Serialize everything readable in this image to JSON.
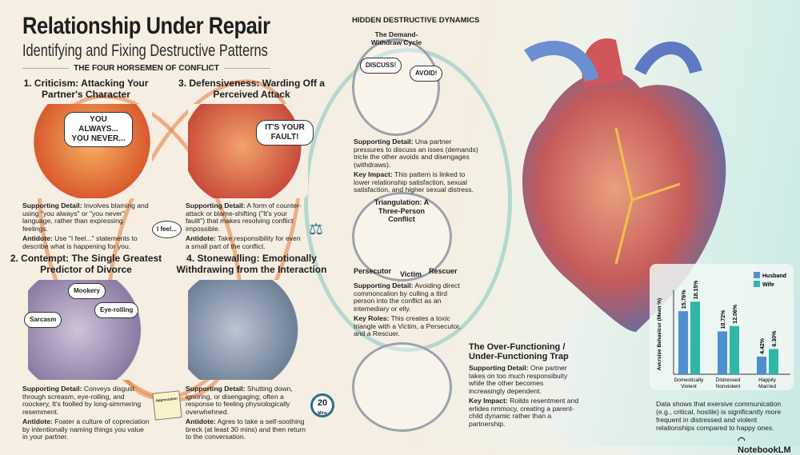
{
  "title": "Relationship Under Repair",
  "subtitle": "Identifying and Fixing Destructive Patterns",
  "four_horsemen": {
    "section_label": "THE FOUR HORSEMEN OF CONFLICT",
    "items": [
      {
        "heading": "1. Criticism: Attacking Your Partner's Character",
        "bubble": "YOU ALWAYS... YOU NEVER...",
        "side_bubble": "I feel...",
        "detail_label": "Supporting Detail:",
        "detail": "Involves blaming and using \"you always\" or \"you never\" language, rather than expressing feelings.",
        "antidote_label": "Antidote:",
        "antidote": "Use \"I feel...\" statements to describe what is happening for you."
      },
      {
        "heading": "3. Defensiveness: Warding Off a Perceived Attack",
        "bubble": "IT'S YOUR FAULT!",
        "detail_label": "Supporting Detail:",
        "detail": "A form of counter-attack or blame-shifting (\"It's your faulit\") that makes resolving conflict impossible.",
        "antidote_label": "Antidote:",
        "antidote": "Take responsibility for even a small part of the conflict."
      },
      {
        "heading": "2. Contempt: The Single Greatest Predictor of Divorce",
        "bubbles": [
          "Mookery",
          "Sarcasm",
          "Eye-rolling"
        ],
        "note": "Appreciation",
        "detail_label": "Supporting Detail:",
        "detail": "Conveys disgust through screasm, eye-rolling, and roockery, It's foolled by long-simmering resemment.",
        "antidote_label": "Antidote:",
        "antidote": "Foater a culture of copreciation by intentionally naming things you value in your partner."
      },
      {
        "heading": "4. Stonewalling: Emotionally Withdrawing from the Interaction",
        "timer": "20",
        "timer_unit": "Mins",
        "detail_label": "Supporting Detail:",
        "detail": "Shutting down, ignoring, or disengaging; often a response to feeling physiologically overwhehned.",
        "antidote_label": "Antidote:",
        "antidote": "Agres to take a self-soothing breck (at least 30 mins) and then return to the conversation."
      }
    ]
  },
  "hidden": {
    "section_label": "HIDDEN DESTRUCTIVE DYNAMICS",
    "demand": {
      "heading": "The Demand-Withdraw Cycle",
      "bubble1": "DISCUSS!",
      "bubble2": "AVOID!",
      "detail_label": "Supporting Detail:",
      "detail": "Una partner pressures to discuss an isses (demands) tricle the other avoids and disengages (withdraws).",
      "impact_label": "Key Impact:",
      "impact": "This pattern is linked to lower relationship satisfaction, sexual satisfaction, and higher sexual distress."
    },
    "triangulation": {
      "heading": "Triangulation: A Three-Person Conflict",
      "roles": [
        "Persecutor",
        "Victim",
        "Rescuer"
      ],
      "detail_label": "Supporting Detail:",
      "detail": "Avoiding direct commoncalion by culling a tlird person into the conflict as an intemediary or elly.",
      "roles_label": "Key Roles:",
      "roles_text": "This creates a toxic triangle with a Victim, a Persecutor, and a Rescuer."
    },
    "overfunction": {
      "heading": "The Over-Functioning / Under-Functioning Trap",
      "detail_label": "Supporting Detail:",
      "detail": "One partner takes on too much responsibuity while the other becomes increasingly dependent.",
      "impact_label": "Key Impact:",
      "impact": "Roilds resentment and erlides nmmocy, creating a parent-child dynamic rather than a partnership."
    }
  },
  "chart_data": {
    "type": "bar",
    "categories": [
      "Domestically Violent",
      "Distressed Nonviolent",
      "Happily Married"
    ],
    "series": [
      {
        "name": "Husband",
        "color": "#4f8fcf",
        "values": [
          15.76,
          10.72,
          4.42
        ]
      },
      {
        "name": "Wife",
        "color": "#2fb7a8",
        "values": [
          18.15,
          12.06,
          6.3
        ]
      }
    ],
    "value_labels": [
      [
        "15.76%",
        "10.72%",
        "4.42%"
      ],
      [
        "18.15%",
        "12.06%",
        "6.30%"
      ]
    ],
    "ylabel": "Avcrsive Behavicur (Mean %)",
    "xlabel": "",
    "ylim": [
      0,
      20
    ],
    "legend": "top-right",
    "grid": false
  },
  "chart_caption": "Data shows that exersive communication (e.g., critical, hostile) is significantly more frequent in distressed and violent relationships compared to happy ones.",
  "brand": "NotebookLM"
}
